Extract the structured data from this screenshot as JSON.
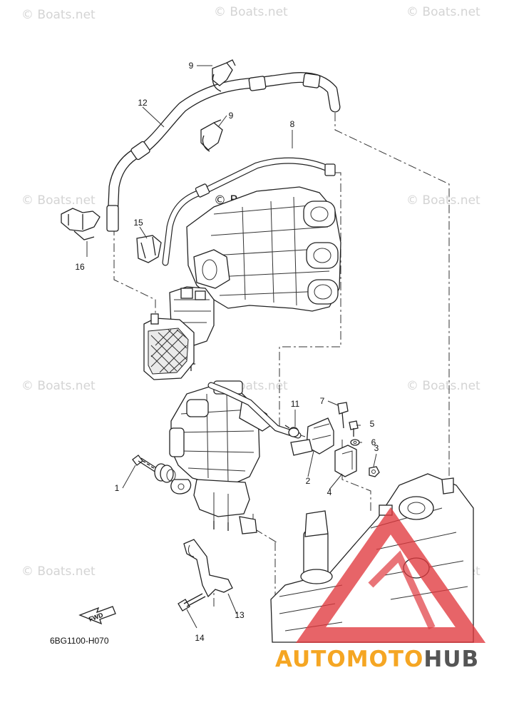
{
  "diagram": {
    "drawing_code": "6BG1100-H070",
    "fwd_label": "FWD",
    "watermark": "© Boats.net",
    "logo": {
      "part1": "AUTOMOTO",
      "part2": "HUB",
      "color1": "#f5a623",
      "color2": "#555555",
      "triangle_color": "#e0393e"
    },
    "callouts": [
      {
        "id": "c1",
        "label": "1"
      },
      {
        "id": "c2",
        "label": "2"
      },
      {
        "id": "c3",
        "label": "3"
      },
      {
        "id": "c4",
        "label": "4"
      },
      {
        "id": "c5",
        "label": "5"
      },
      {
        "id": "c6",
        "label": "6"
      },
      {
        "id": "c7",
        "label": "7"
      },
      {
        "id": "c8",
        "label": "8"
      },
      {
        "id": "c9a",
        "label": "9"
      },
      {
        "id": "c9b",
        "label": "9"
      },
      {
        "id": "c11",
        "label": "11"
      },
      {
        "id": "c12",
        "label": "12"
      },
      {
        "id": "c13",
        "label": "13"
      },
      {
        "id": "c14",
        "label": "14"
      },
      {
        "id": "c15",
        "label": "15"
      },
      {
        "id": "c16",
        "label": "16"
      }
    ]
  }
}
